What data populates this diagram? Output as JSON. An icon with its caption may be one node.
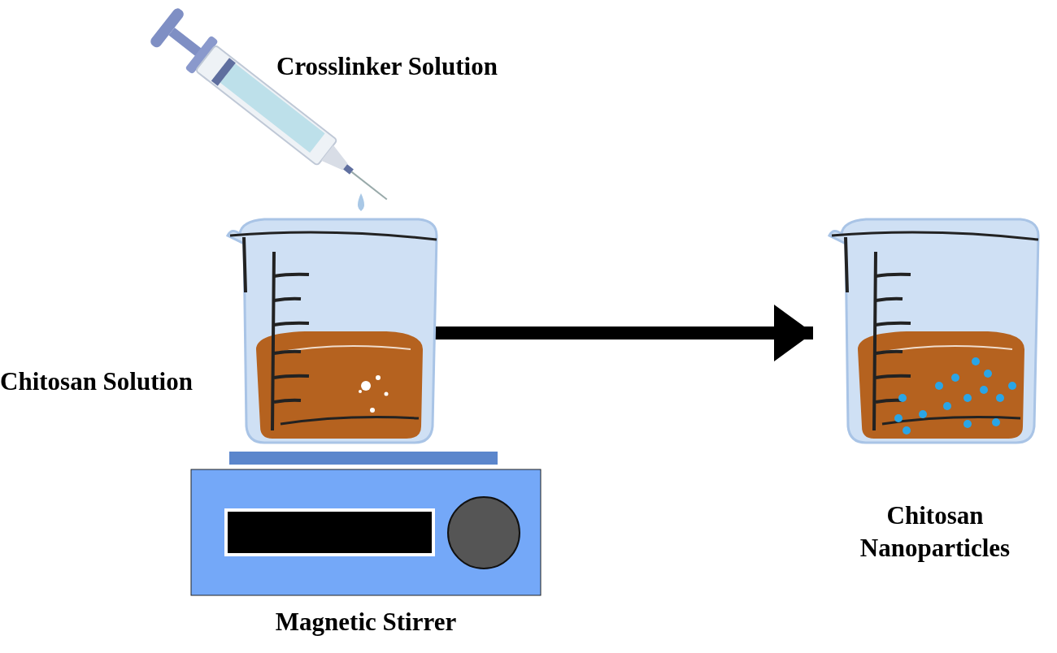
{
  "diagram": {
    "nodes": [
      {
        "text": [],
        "shape": "picture",
        "beside": [
          "Crosslinker Solution"
        ]
      },
      {
        "text": [],
        "shape": "picture",
        "beside": [
          "Chitosan Solution"
        ]
      },
      {
        "text": [],
        "shape": "picture",
        "beside": [
          "Magnetic Stirrer"
        ]
      },
      {
        "text": [],
        "shape": "picture",
        "beside": [
          "Chitosan Nanoparticles"
        ]
      }
    ],
    "edges": [
      {
        "from": 1,
        "to": 3,
        "arrow": "to"
      }
    ]
  }
}
